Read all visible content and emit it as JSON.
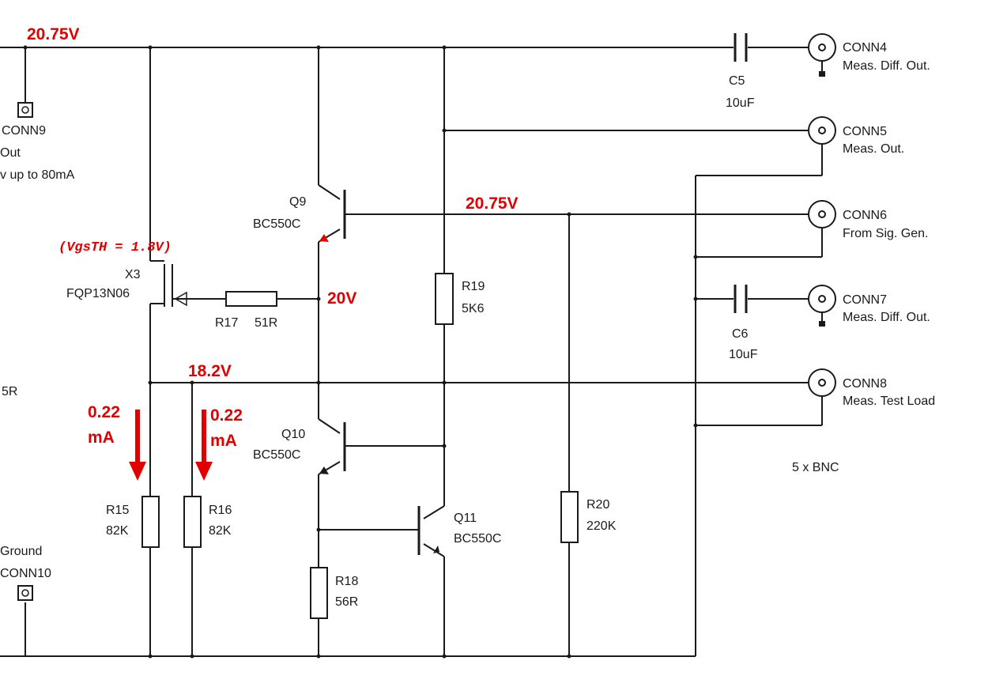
{
  "voltages": {
    "top_rail": "20.75V",
    "base_q9": "20.75V",
    "gate_node": "20V",
    "mid_rail": "18.2V"
  },
  "annotation": {
    "vgs_th": "(VgsTH = 1.8V)"
  },
  "currents": {
    "r15": {
      "line1": "0.22",
      "line2": "mA"
    },
    "r16": {
      "line1": "0.22",
      "line2": "mA"
    }
  },
  "components": {
    "conn9": {
      "ref": "CONN9",
      "line2": "Out",
      "line3": "v up to 80mA"
    },
    "conn10": {
      "line1": "Ground",
      "ref": "CONN10"
    },
    "partial_r": "5R",
    "x3": {
      "ref": "X3",
      "value": "FQP13N06"
    },
    "r17": {
      "ref": "R17",
      "value": "51R"
    },
    "q9": {
      "ref": "Q9",
      "value": "BC550C"
    },
    "q10": {
      "ref": "Q10",
      "value": "BC550C"
    },
    "q11": {
      "ref": "Q11",
      "value": "BC550C"
    },
    "r15": {
      "ref": "R15",
      "value": "82K"
    },
    "r16": {
      "ref": "R16",
      "value": "82K"
    },
    "r18": {
      "ref": "R18",
      "value": "56R"
    },
    "r19": {
      "ref": "R19",
      "value": "5K6"
    },
    "r20": {
      "ref": "R20",
      "value": "220K"
    },
    "c5": {
      "ref": "C5",
      "value": "10uF"
    },
    "c6": {
      "ref": "C6",
      "value": "10uF"
    },
    "conn4": {
      "ref": "CONN4",
      "desc": "Meas. Diff. Out."
    },
    "conn5": {
      "ref": "CONN5",
      "desc": "Meas. Out."
    },
    "conn6": {
      "ref": "CONN6",
      "desc": "From Sig. Gen."
    },
    "conn7": {
      "ref": "CONN7",
      "desc": "Meas. Diff. Out."
    },
    "conn8": {
      "ref": "CONN8",
      "desc": "Meas. Test Load"
    },
    "bnc_note": "5 x BNC"
  }
}
